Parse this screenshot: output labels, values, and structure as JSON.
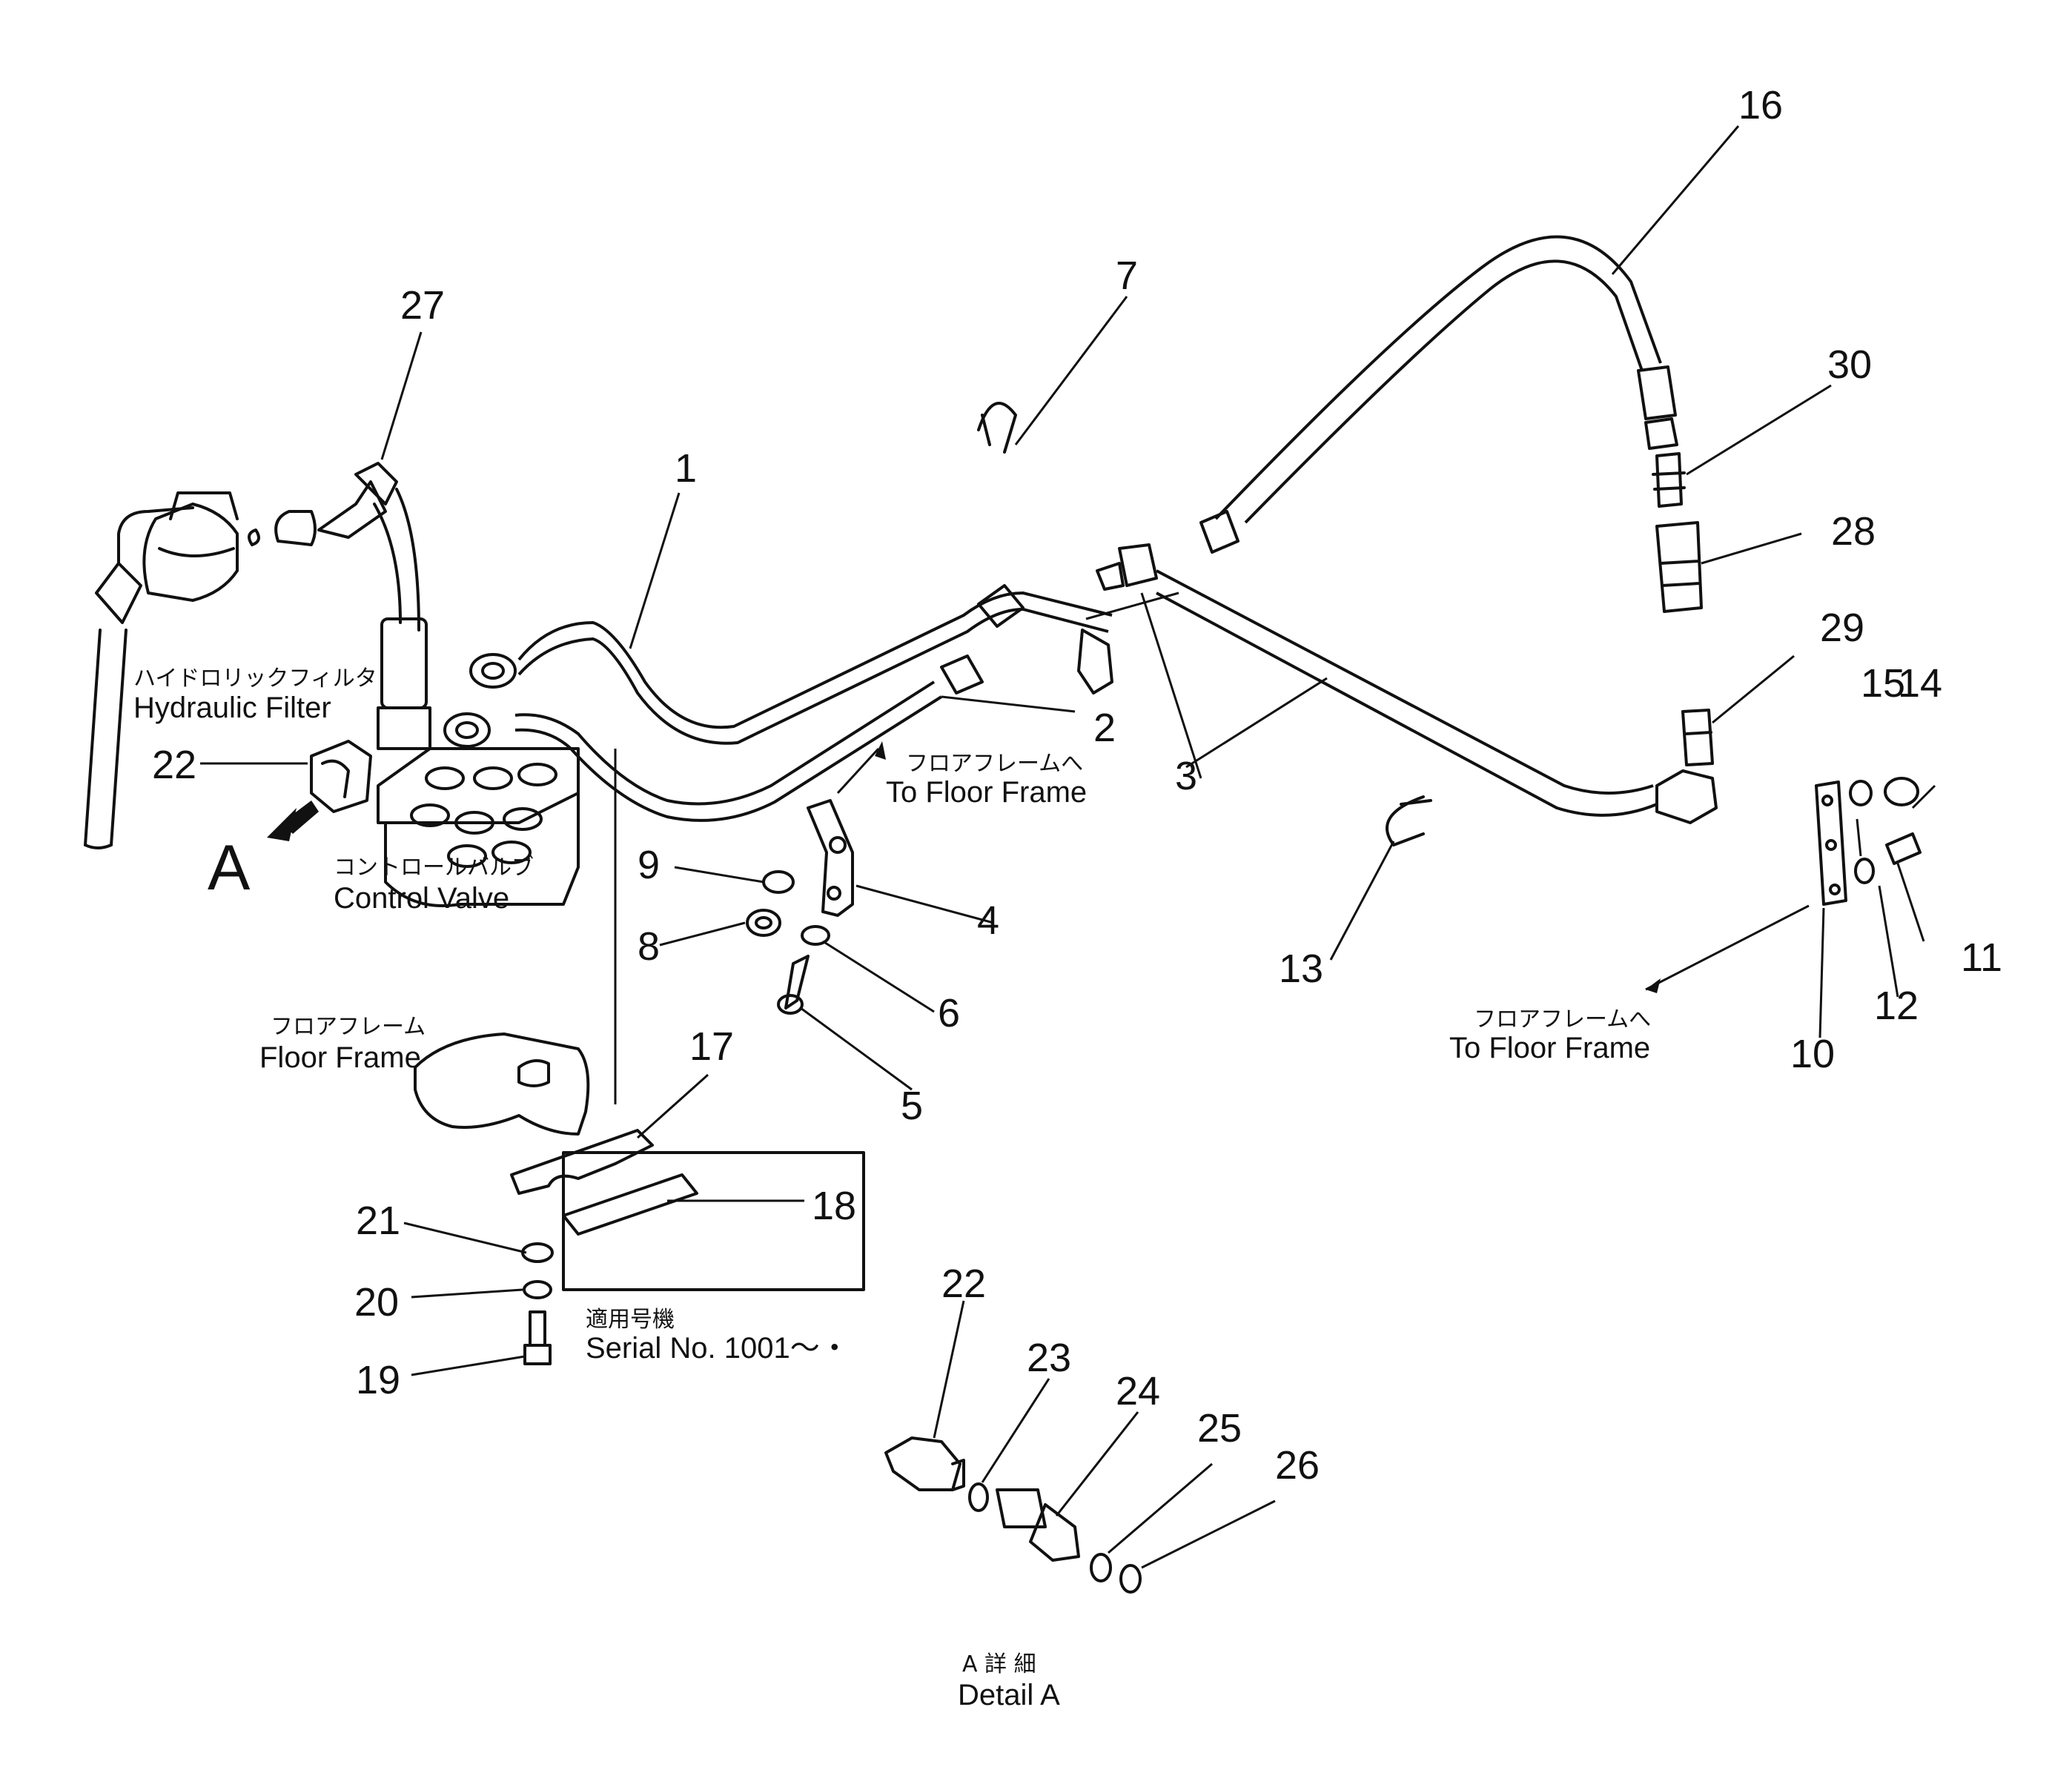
{
  "labels": {
    "hydraulic_filter_jp": "ハイドロリックフィルタ",
    "hydraulic_filter_en": "Hydraulic Filter",
    "control_valve_jp": "コントロールバルブ",
    "control_valve_en": "Control Valve",
    "to_floor_frame_jp": "フロアフレームへ",
    "to_floor_frame_en": "To Floor Frame",
    "floor_frame_jp": "フロアフレーム",
    "floor_frame_en": "Floor Frame",
    "serial_jp": "適用号機",
    "serial_en": "Serial No. 1001～・",
    "view_marker": "A",
    "detail_jp": "A 詳 細",
    "detail_en": "Detail A"
  },
  "part_numbers": {
    "p1": "1",
    "p2": "2",
    "p3": "3",
    "p4": "4",
    "p5": "5",
    "p6": "6",
    "p7": "7",
    "p8": "8",
    "p9": "9",
    "p10": "10",
    "p11": "11",
    "p12": "12",
    "p13": "13",
    "p14": "14",
    "p15": "15",
    "p16": "16",
    "p17": "17",
    "p18": "18",
    "p19": "19",
    "p20": "20",
    "p21": "21",
    "p22a": "22",
    "p22b": "22",
    "p23": "23",
    "p24": "24",
    "p25": "25",
    "p26": "26",
    "p27": "27",
    "p28": "28",
    "p29": "29",
    "p30": "30"
  }
}
